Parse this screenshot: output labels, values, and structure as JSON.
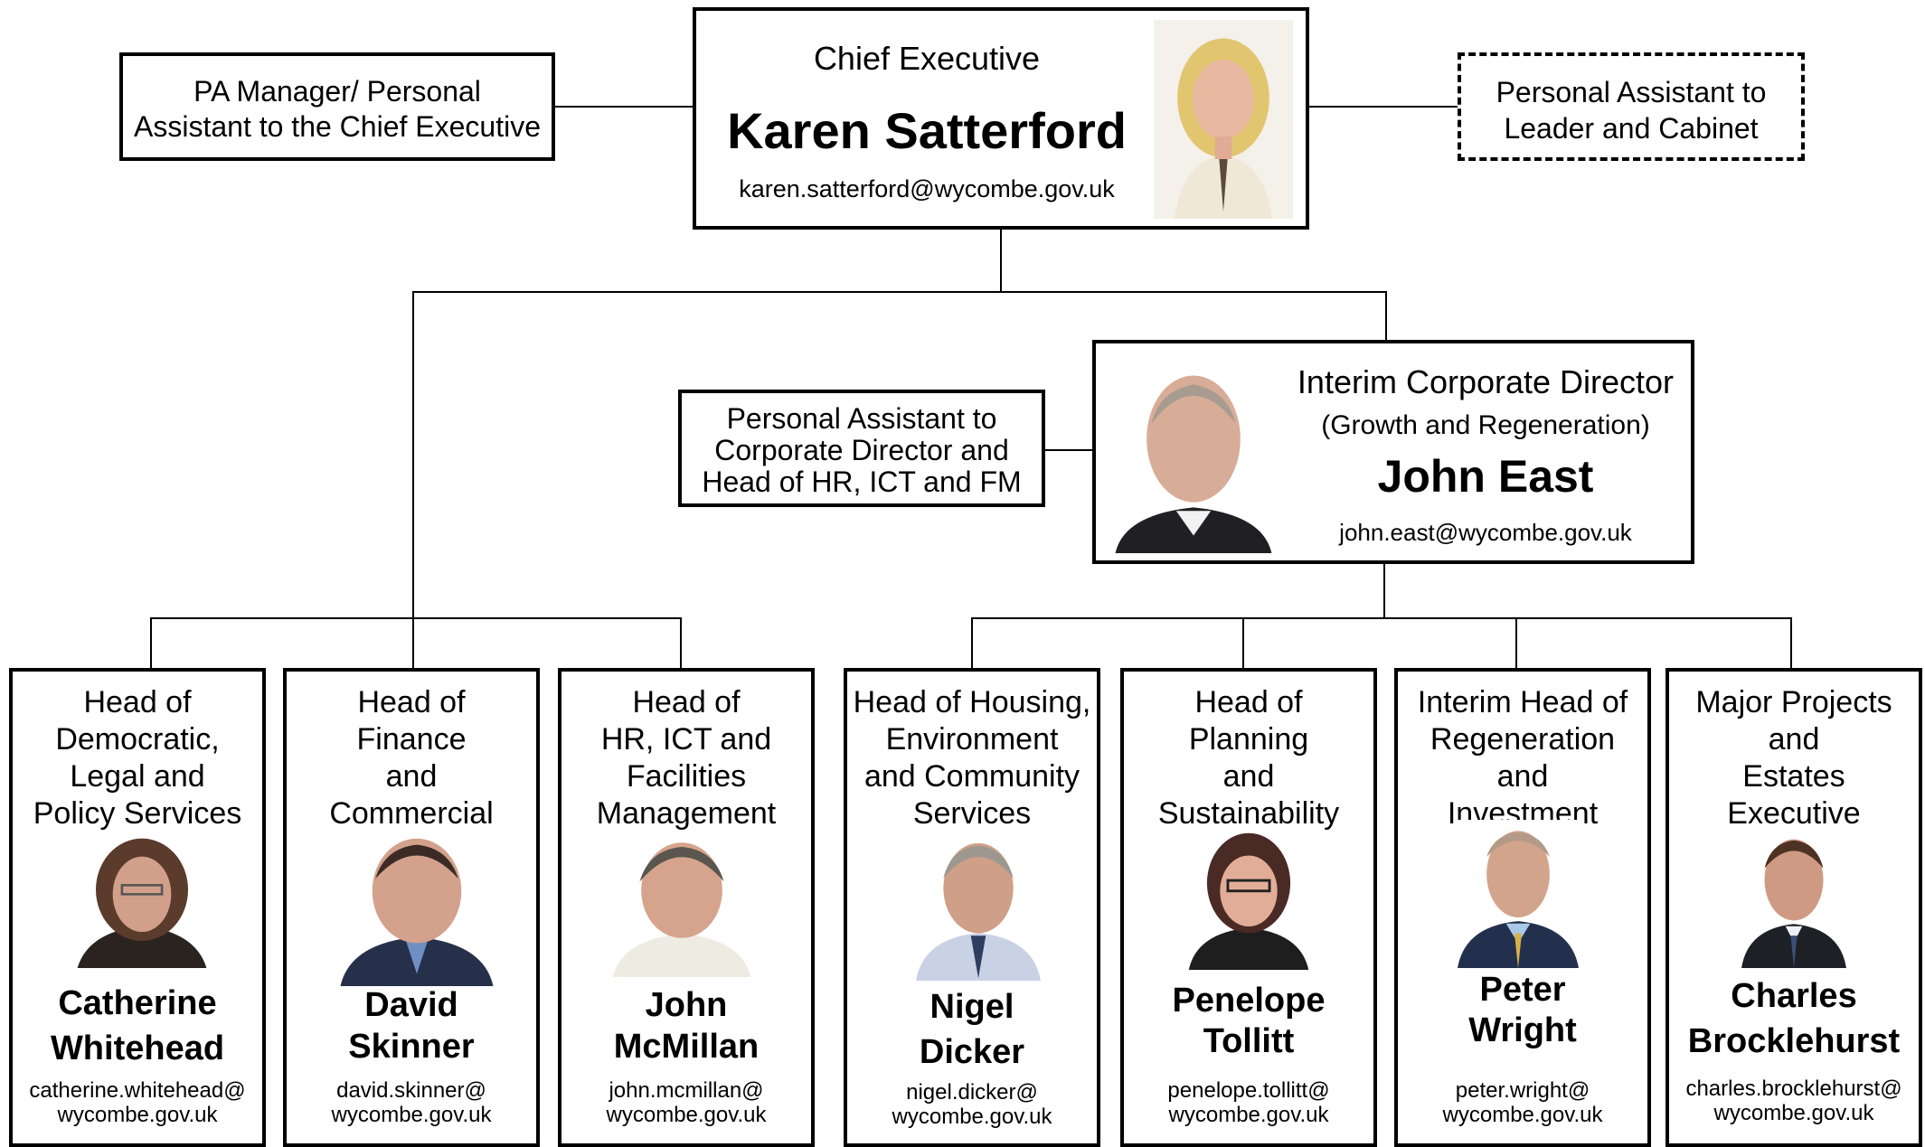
{
  "ceo": {
    "title": "Chief Executive",
    "name": "Karen Satterford",
    "email": "karen.satterford@wycombe.gov.uk",
    "photo_icon": "portrait-photo"
  },
  "pa_ceo": {
    "line1": "PA Manager/ Personal",
    "line2": "Assistant to the Chief Executive"
  },
  "pa_leader": {
    "line1": "Personal Assistant to",
    "line2": "Leader and Cabinet"
  },
  "director": {
    "title1": "Interim Corporate Director",
    "title2": "(Growth and Regeneration)",
    "name": "John East",
    "email": "john.east@wycombe.gov.uk",
    "photo_icon": "portrait-photo"
  },
  "pa_director": {
    "line1": "Personal Assistant to",
    "line2": "Corporate Director and",
    "line3": "Head of HR, ICT and FM"
  },
  "heads": [
    {
      "title": [
        "Head of",
        "Democratic,",
        "Legal and",
        "Policy Services"
      ],
      "name": [
        "Catherine",
        "Whitehead"
      ],
      "email": [
        "catherine.whitehead@",
        "wycombe.gov.uk"
      ]
    },
    {
      "title": [
        "Head of",
        "Finance",
        "and",
        "Commercial"
      ],
      "name": [
        "David",
        "Skinner"
      ],
      "email": [
        "david.skinner@",
        "wycombe.gov.uk"
      ]
    },
    {
      "title": [
        "Head of",
        "HR, ICT and",
        "Facilities",
        "Management"
      ],
      "name": [
        "John",
        "McMillan"
      ],
      "email": [
        "john.mcmillan@",
        "wycombe.gov.uk"
      ]
    },
    {
      "title": [
        "Head of Housing,",
        "Environment",
        "and Community",
        "Services"
      ],
      "name": [
        "Nigel",
        "Dicker"
      ],
      "email": [
        "nigel.dicker@",
        "wycombe.gov.uk"
      ]
    },
    {
      "title": [
        "Head of",
        "Planning",
        "and",
        "Sustainability"
      ],
      "name": [
        "Penelope",
        "Tollitt"
      ],
      "email": [
        "penelope.tollitt@",
        "wycombe.gov.uk"
      ]
    },
    {
      "title": [
        "Interim Head of",
        "Regeneration",
        "and",
        "Investment"
      ],
      "name": [
        "Peter",
        "Wright"
      ],
      "email": [
        "peter.wright@",
        "wycombe.gov.uk"
      ]
    },
    {
      "title": [
        "Major Projects",
        "and",
        "Estates",
        "Executive"
      ],
      "name": [
        "Charles",
        "Brocklehurst"
      ],
      "email": [
        "charles.brocklehurst@",
        "wycombe.gov.uk"
      ]
    }
  ],
  "colors": {
    "line": "#000000",
    "background": "#ffffff"
  }
}
